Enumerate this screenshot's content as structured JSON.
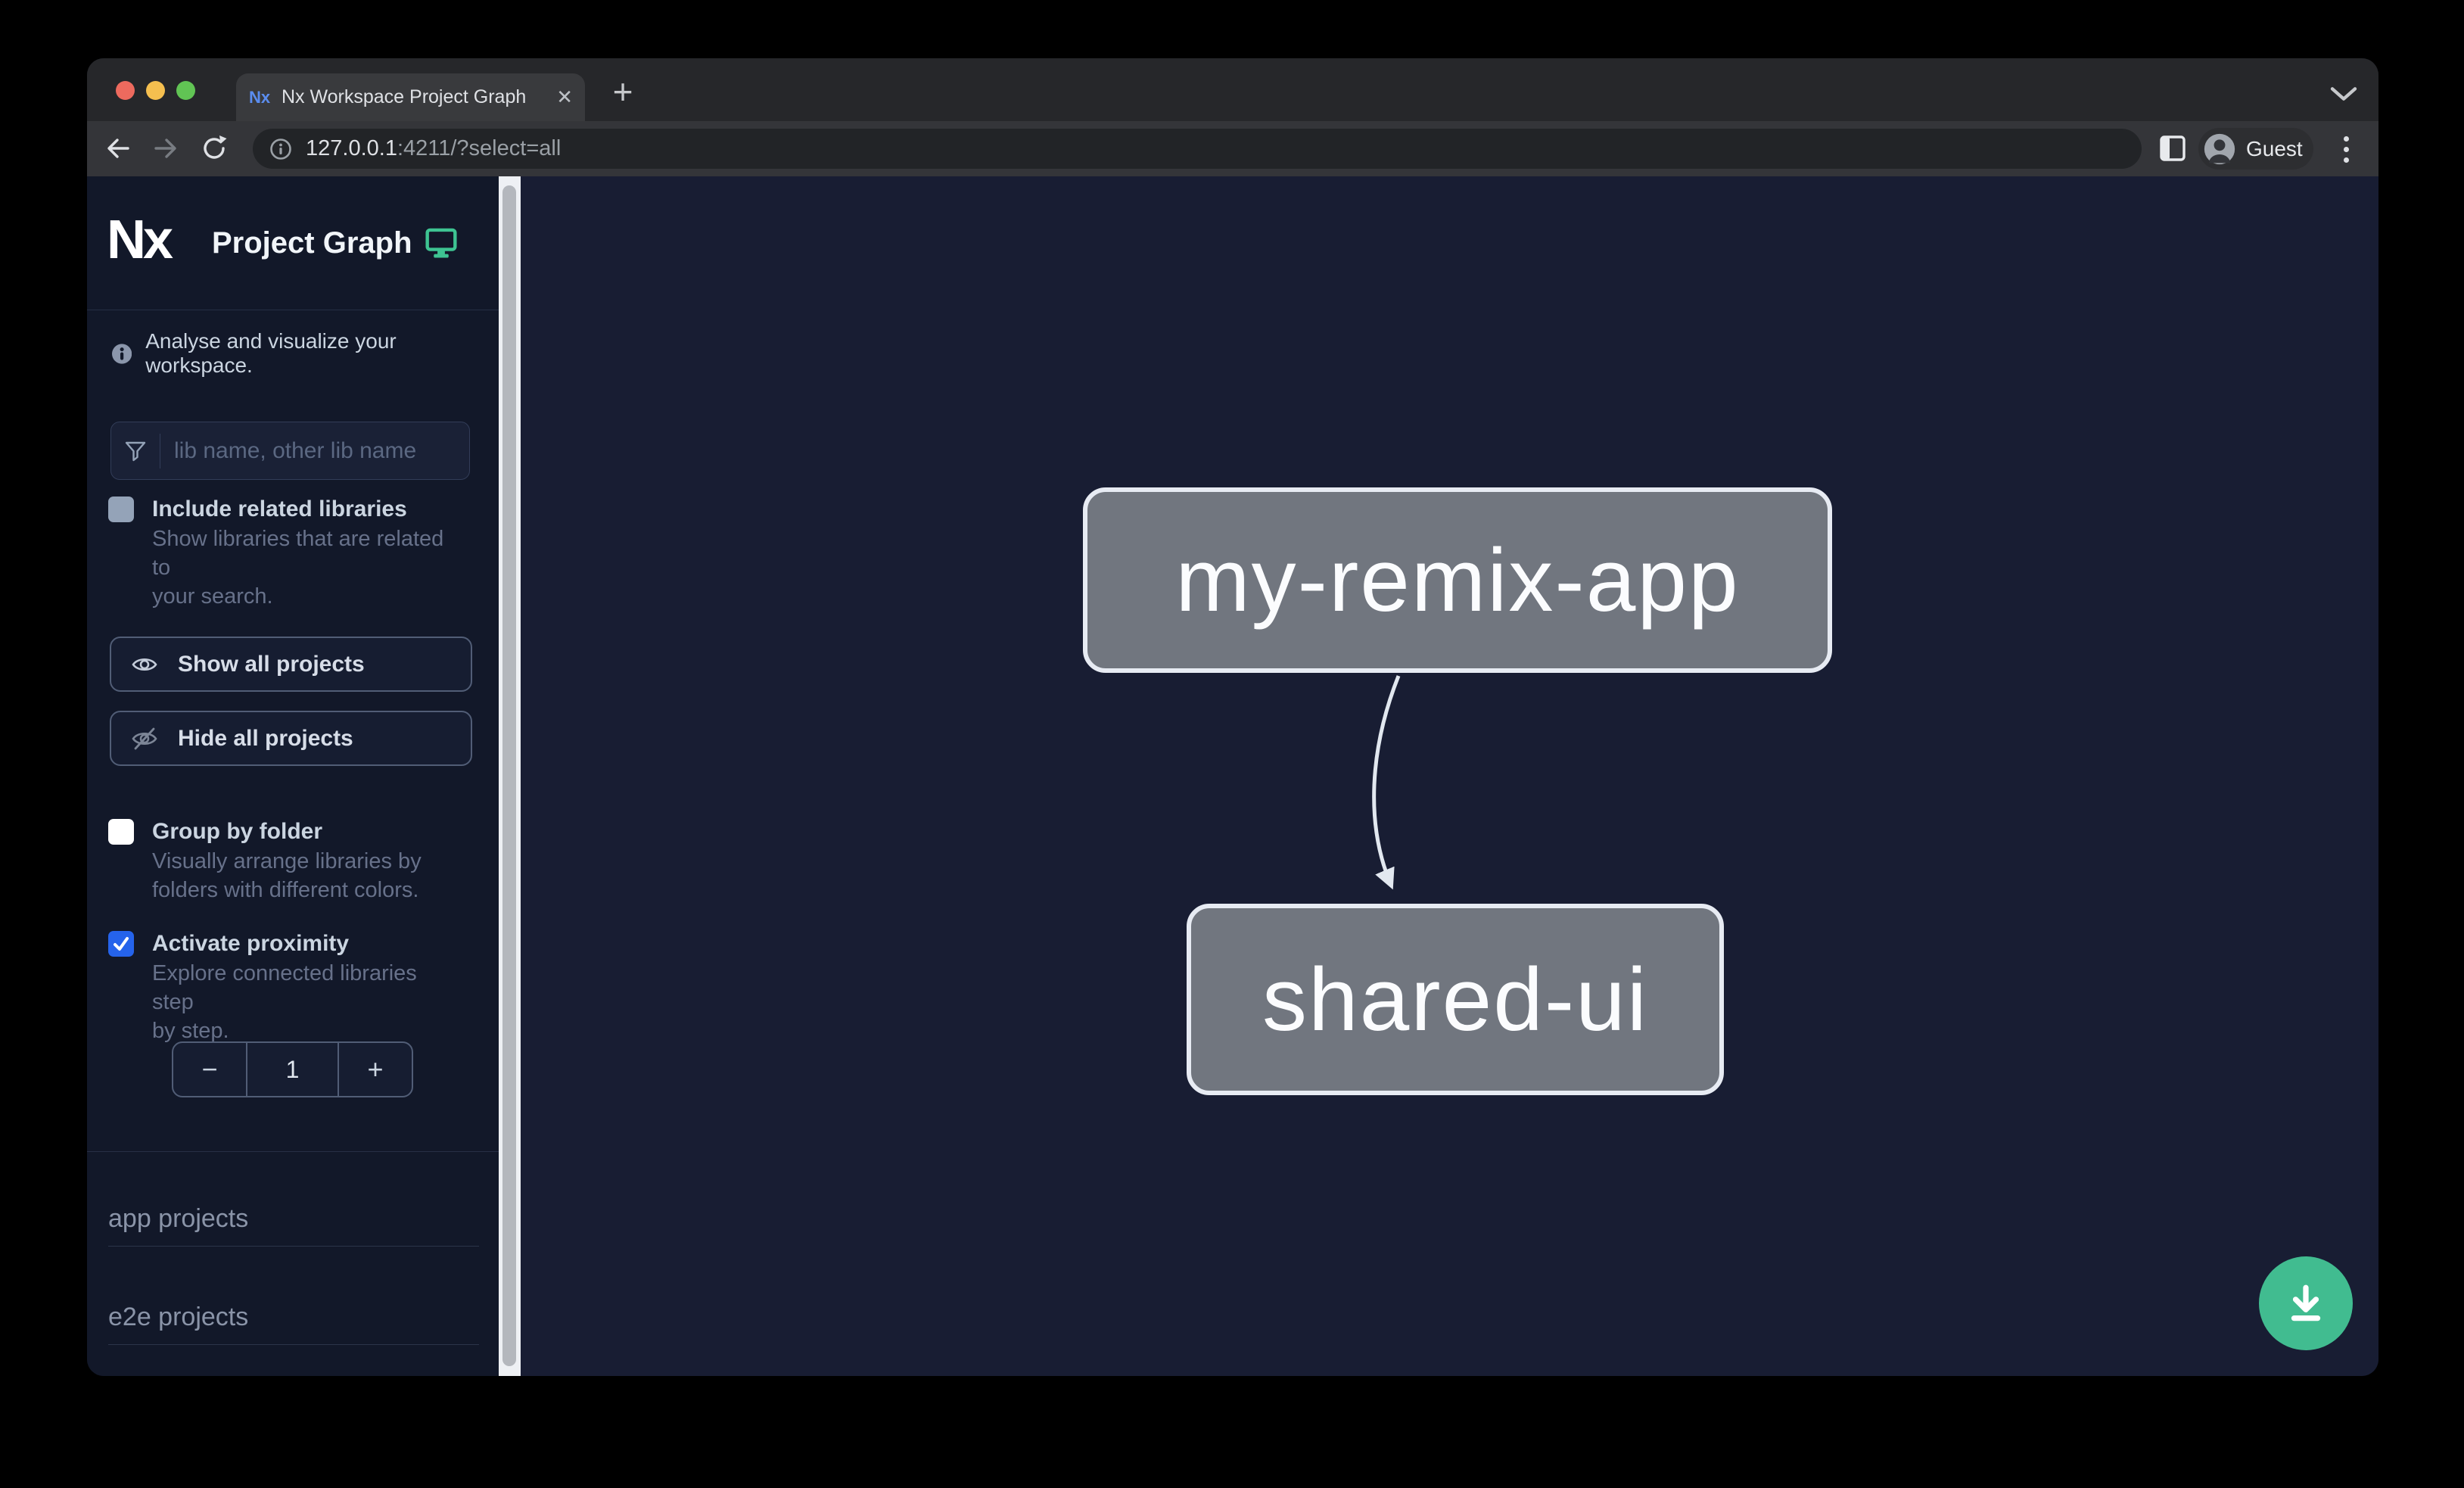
{
  "browser": {
    "tab_title": "Nx Workspace Project Graph",
    "close_tab_glyph": "✕",
    "new_tab_glyph": "+",
    "favicon_text": "Nx",
    "url": {
      "host": "127.0.0.1",
      "rest": ":4211/?select=all"
    },
    "profile_label": "Guest"
  },
  "sidebar": {
    "brand_logo": "Nx",
    "brand_title": "Project Graph",
    "tagline": "Analyse and visualize your workspace.",
    "filter_placeholder": "lib name, other lib name",
    "include_related": {
      "label": "Include related libraries",
      "description_lines": [
        "Show libraries that are related to",
        "your search."
      ],
      "checked": false
    },
    "show_all_label": "Show all projects",
    "hide_all_label": "Hide all projects",
    "group_by_folder": {
      "label": "Group by folder",
      "description_lines": [
        "Visually arrange libraries by",
        "folders with different colors."
      ],
      "checked": false
    },
    "activate_proximity": {
      "label": "Activate proximity",
      "description_lines": [
        "Explore connected libraries step",
        "by step."
      ],
      "checked": true
    },
    "stepper": {
      "decrement_glyph": "−",
      "value": "1",
      "increment_glyph": "+"
    },
    "sections": {
      "apps_label": "app projects",
      "e2e_label": "e2e projects"
    }
  },
  "graph": {
    "nodes": [
      {
        "id": "my-remix-app"
      },
      {
        "id": "shared-ui"
      }
    ],
    "edges": [
      {
        "source": "my-remix-app",
        "target": "shared-ui"
      }
    ]
  },
  "colors": {
    "accent_teal": "#3ec492",
    "fab_green": "#41bc90",
    "checkbox_checked_blue": "#2563eb",
    "node_fill": "#71767f",
    "node_border": "#e7ebf3",
    "canvas_bg": "#181d33",
    "sidebar_bg": "#121829"
  }
}
